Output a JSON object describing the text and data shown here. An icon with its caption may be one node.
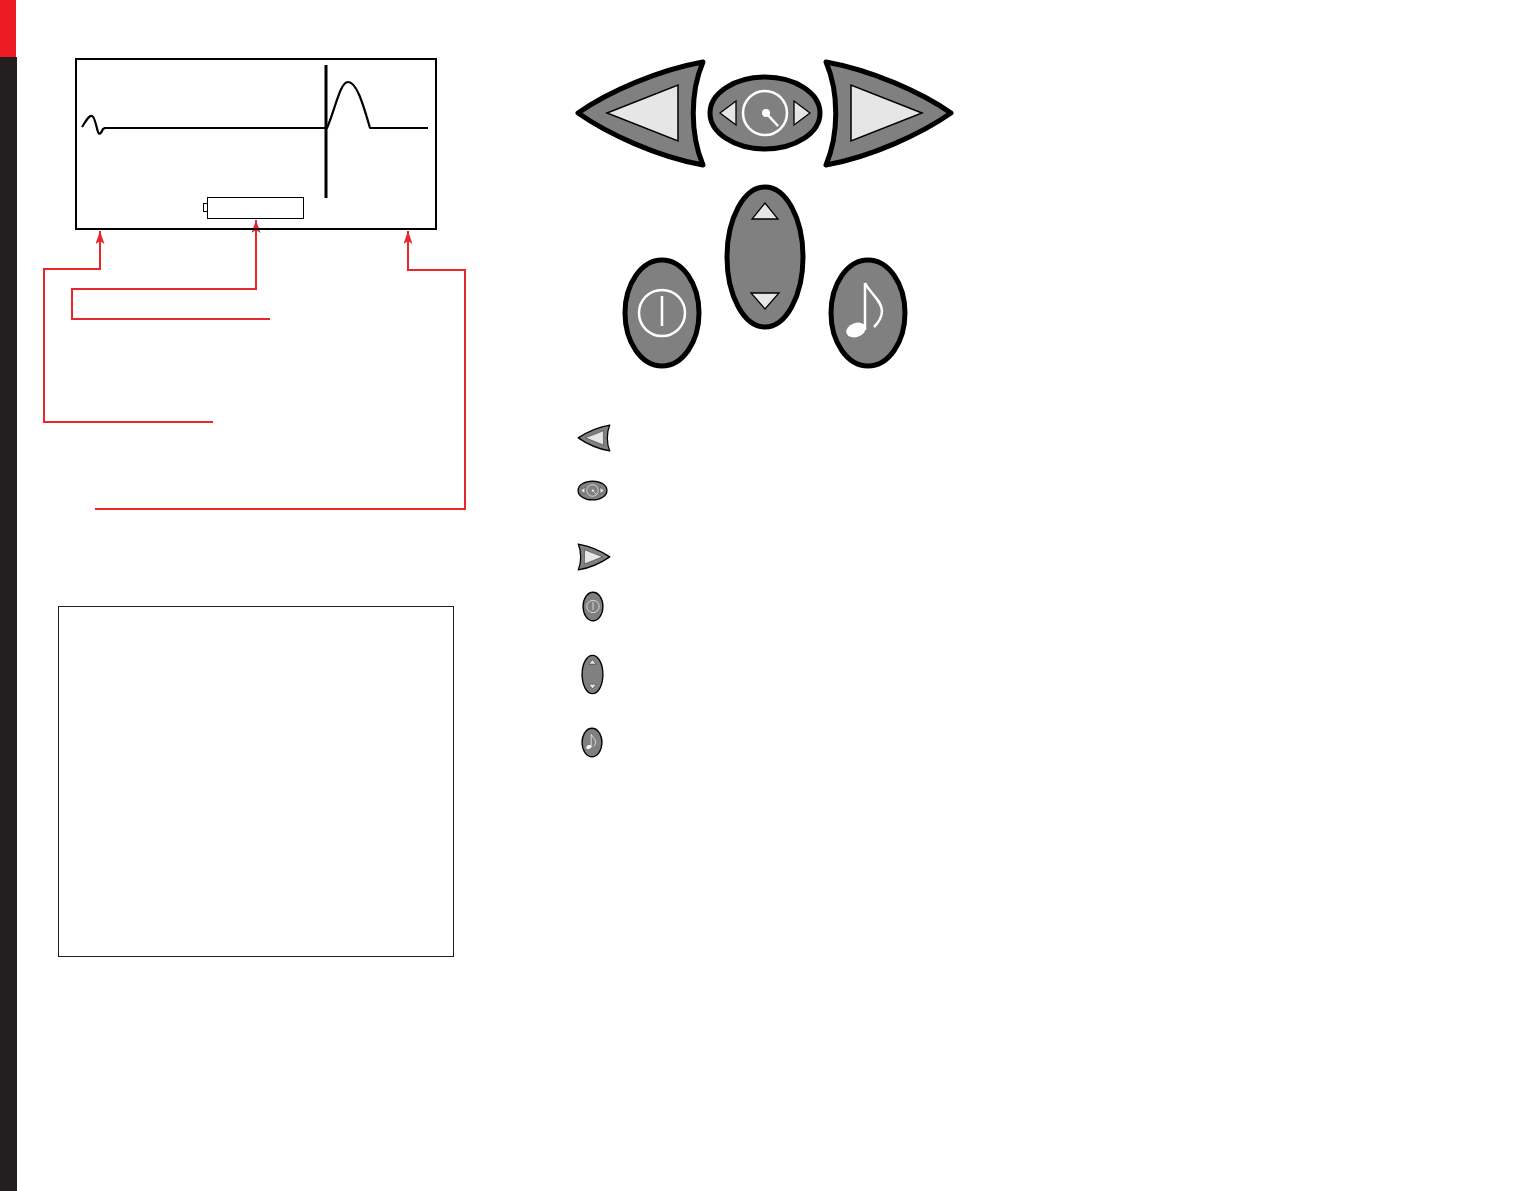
{
  "diagram": {
    "nodes": [
      {
        "text": [],
        "shape": "box"
      },
      {
        "text": [],
        "shape": "box",
        "in": 0
      },
      {
        "text": [],
        "shape": "box"
      }
    ],
    "edges": [
      {
        "from": null,
        "to": 0,
        "arrow": "to"
      },
      {
        "from": null,
        "to": 1,
        "arrow": "to"
      },
      {
        "from": null,
        "to": 0,
        "arrow": "to"
      }
    ]
  }
}
